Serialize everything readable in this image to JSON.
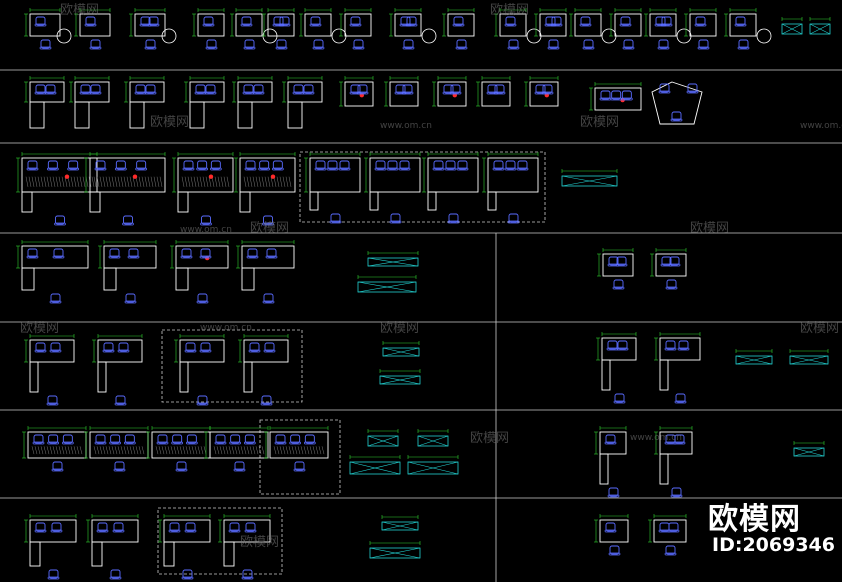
{
  "watermark": {
    "brand": "欧模网",
    "url": "www.om.cn",
    "id_text": "ID:2069346"
  },
  "colors": {
    "background": "#000000",
    "desk_outline": "#ffffff",
    "chair": "#5a6cff",
    "dimension": "#2fd12f",
    "cyan_panel": "#22d3d3",
    "red_mark": "#ff2a2a",
    "frame_line": "#cccccc"
  },
  "icons": {
    "chair": "chair-icon",
    "round_table": "round-table-icon",
    "glass_panel": "glass-panel-icon"
  }
}
